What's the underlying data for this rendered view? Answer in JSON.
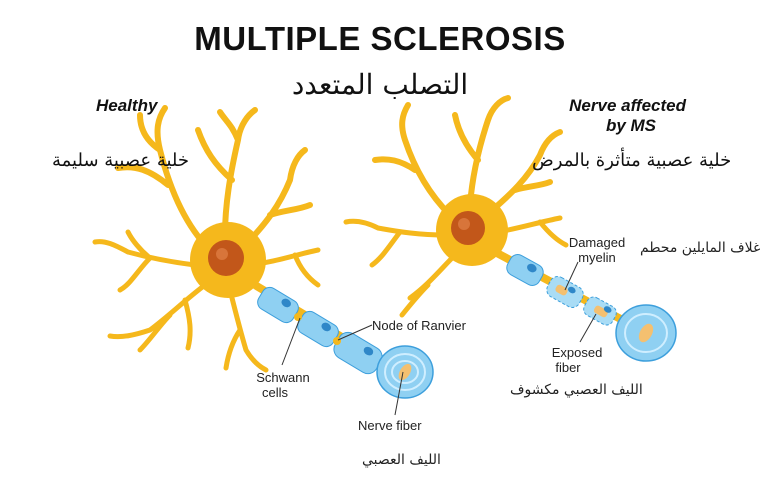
{
  "title": "MULTIPLE SCLEROSIS",
  "title_ar": "التصلب المتعدد",
  "healthy": {
    "caption": "Healthy",
    "caption_ar": "خلية عصبية سليمة",
    "labels": {
      "node_of_ranvier": "Node of Ranvier",
      "schwann_cells_line1": "Schwann",
      "schwann_cells_line2": "cells",
      "nerve_fiber": "Nerve fiber",
      "nerve_fiber_ar": "الليف العصبي"
    }
  },
  "affected": {
    "caption_line1": "Nerve affected",
    "caption_line2": "by MS",
    "caption_ar": "خلية عصبية متأثرة بالمرض",
    "labels": {
      "damaged_myelin_line1": "Damaged",
      "damaged_myelin_line2": "myelin",
      "damaged_myelin_ar": "غلاف المايلين محطم",
      "exposed_fiber_line1": "Exposed",
      "exposed_fiber_line2": "fiber",
      "exposed_fiber_ar": "الليف العصبي مكشوف"
    }
  },
  "colors": {
    "neuron_body": "#f5b81c",
    "nucleus": "#c2571a",
    "myelin": "#8fd0f2",
    "myelin_dark": "#3d9fdc",
    "node": "#2f87c8",
    "fiber": "#f4c070"
  }
}
